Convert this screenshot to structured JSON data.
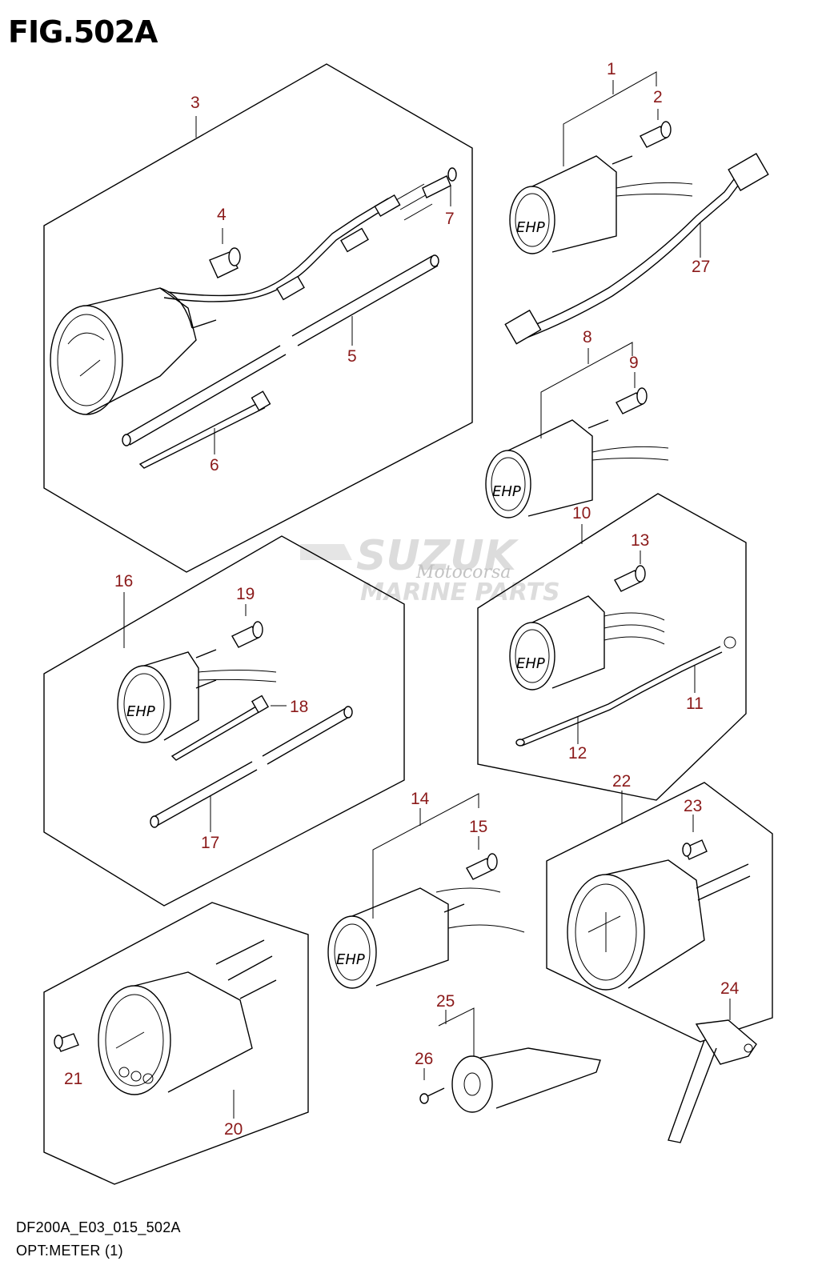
{
  "figure": {
    "title": "FIG.502A",
    "code": "DF200A_E03_015_502A",
    "name": "OPT:METER (1)"
  },
  "watermark": {
    "brand": "SUZUK",
    "tagline": "MARINE PARTS",
    "script": "Motocorsa"
  },
  "callout_color": "#8b1a1a",
  "callouts": [
    "1",
    "2",
    "3",
    "4",
    "5",
    "6",
    "7",
    "8",
    "9",
    "10",
    "11",
    "12",
    "13",
    "14",
    "15",
    "16",
    "17",
    "18",
    "19",
    "20",
    "21",
    "22",
    "23",
    "24",
    "25",
    "26",
    "27"
  ]
}
